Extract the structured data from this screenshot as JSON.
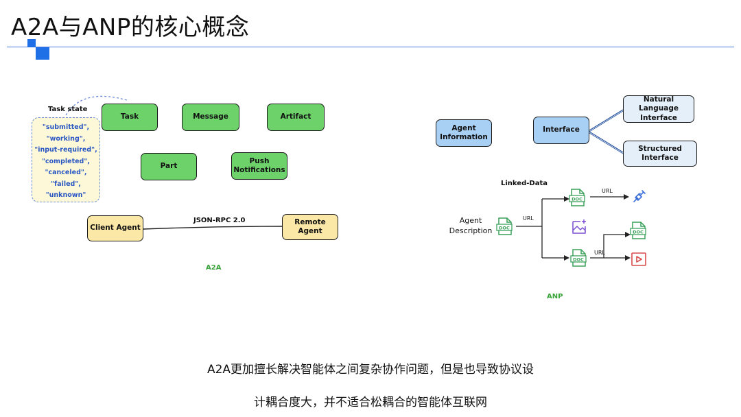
{
  "page": {
    "title": "A2A与ANP的核心概念",
    "footer_lines": [
      "A2A更加擅长解决智能体之间复杂协作问题，但是也导致协议设",
      "计耦合度大，并不适合松耦合的智能体互联网"
    ]
  },
  "a2a": {
    "task_state_label": "Task state",
    "task_states": [
      "\"submitted\",",
      "\"working\",",
      "\"input-required\",",
      "\"completed\",",
      "\"canceled\",",
      "\"failed\",",
      "\"unknown\""
    ],
    "boxes": {
      "task": "Task",
      "message": "Message",
      "artifact": "Artifact",
      "part": "Part",
      "push_notifications": "Push Notifications",
      "client_agent": "Client Agent",
      "remote_agent": "Remote Agent"
    },
    "protocol_label": "JSON-RPC 2.0",
    "caption": "A2A"
  },
  "anp": {
    "agent_information": "Agent Information",
    "interface": "Interface",
    "natural_language_interface": "Natural Language Interface",
    "structured_interface": "Structured Interface",
    "linked_data_label": "Linked-Data",
    "agent_description": "Agent Description",
    "url_labels": [
      "URL",
      "URL",
      "URL"
    ],
    "doc_icon_text": "DOC",
    "caption": "ANP"
  },
  "colors": {
    "accent_blue": "#1f6fe6",
    "green_box": "#6ed26b",
    "yellow_box": "#fbe7a6",
    "blue_box": "#a8cff4",
    "state_text": "#2a56c4",
    "caption_green": "#38a43a",
    "doc_icon": "#3aa05a",
    "plug_icon": "#3b6fd8",
    "image_icon": "#7b4fd0",
    "play_icon": "#d94a4a"
  }
}
